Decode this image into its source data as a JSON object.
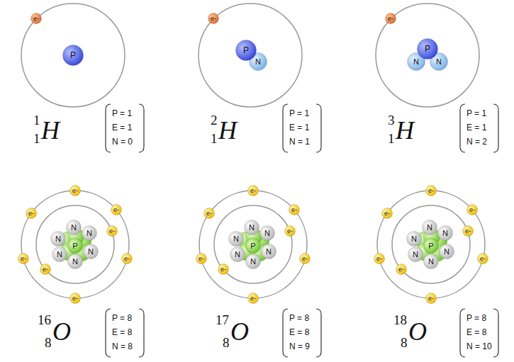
{
  "diagram": {
    "nodes": [
      {
        "text": [
          "e-"
        ]
      },
      {
        "text": [
          "P"
        ]
      },
      {
        "text": [
          "e-"
        ]
      },
      {
        "text": [
          "P"
        ]
      },
      {
        "text": [
          "N"
        ]
      },
      {
        "text": [
          "e-"
        ]
      },
      {
        "text": [
          "P"
        ]
      },
      {
        "text": [
          "N"
        ]
      },
      {
        "text": [
          "N"
        ]
      },
      {
        "text": [
          "e-"
        ]
      },
      {
        "text": [
          "e-"
        ]
      },
      {
        "text": [
          "e-"
        ]
      },
      {
        "text": [
          "e-"
        ]
      },
      {
        "text": [
          "e-"
        ]
      },
      {
        "text": [
          "e-"
        ]
      },
      {
        "text": [
          "e-"
        ]
      },
      {
        "text": [
          "e-"
        ]
      },
      {
        "text": [
          "P"
        ]
      },
      {
        "text": [
          "N"
        ]
      },
      {
        "text": [
          "N"
        ]
      },
      {
        "text": [
          "N"
        ]
      },
      {
        "text": [
          "N"
        ]
      },
      {
        "text": [
          "N"
        ]
      },
      {
        "text": [
          "N"
        ]
      },
      {
        "text": [
          "e-"
        ]
      },
      {
        "text": [
          "e-"
        ]
      },
      {
        "text": [
          "e-"
        ]
      },
      {
        "text": [
          "e-"
        ]
      },
      {
        "text": [
          "e-"
        ]
      },
      {
        "text": [
          "e-"
        ]
      },
      {
        "text": [
          "e-"
        ]
      },
      {
        "text": [
          "e-"
        ]
      },
      {
        "text": [
          "P"
        ]
      },
      {
        "text": [
          "N"
        ]
      },
      {
        "text": [
          "N"
        ]
      },
      {
        "text": [
          "N"
        ]
      },
      {
        "text": [
          "N"
        ]
      },
      {
        "text": [
          "N"
        ]
      },
      {
        "text": [
          "N"
        ]
      },
      {
        "text": [
          "e-"
        ]
      },
      {
        "text": [
          "e-"
        ]
      },
      {
        "text": [
          "e-"
        ]
      },
      {
        "text": [
          "e-"
        ]
      },
      {
        "text": [
          "e-"
        ]
      },
      {
        "text": [
          "e-"
        ]
      },
      {
        "text": [
          "e-"
        ]
      },
      {
        "text": [
          "e-"
        ]
      },
      {
        "text": [
          "P"
        ]
      },
      {
        "text": [
          "N"
        ]
      },
      {
        "text": [
          "N"
        ]
      },
      {
        "text": [
          "N"
        ]
      },
      {
        "text": [
          "N"
        ]
      },
      {
        "text": [
          "N"
        ]
      },
      {
        "text": [
          "N"
        ]
      }
    ],
    "labels": [
      "1",
      "1",
      "H",
      "P = 1",
      "E = 1",
      "N = 0",
      "2",
      "1",
      "H",
      "P = 1",
      "E = 1",
      "N = 1",
      "3",
      "1",
      "H",
      "P = 1",
      "E = 1",
      "N = 2",
      "16",
      "8",
      "O",
      "P = 8",
      "E = 8",
      "N = 8",
      "17",
      "8",
      "O",
      "P = 8",
      "E = 8",
      "N = 9",
      "18",
      "8",
      "O",
      "P = 8",
      "E = 8",
      "N = 10"
    ]
  }
}
